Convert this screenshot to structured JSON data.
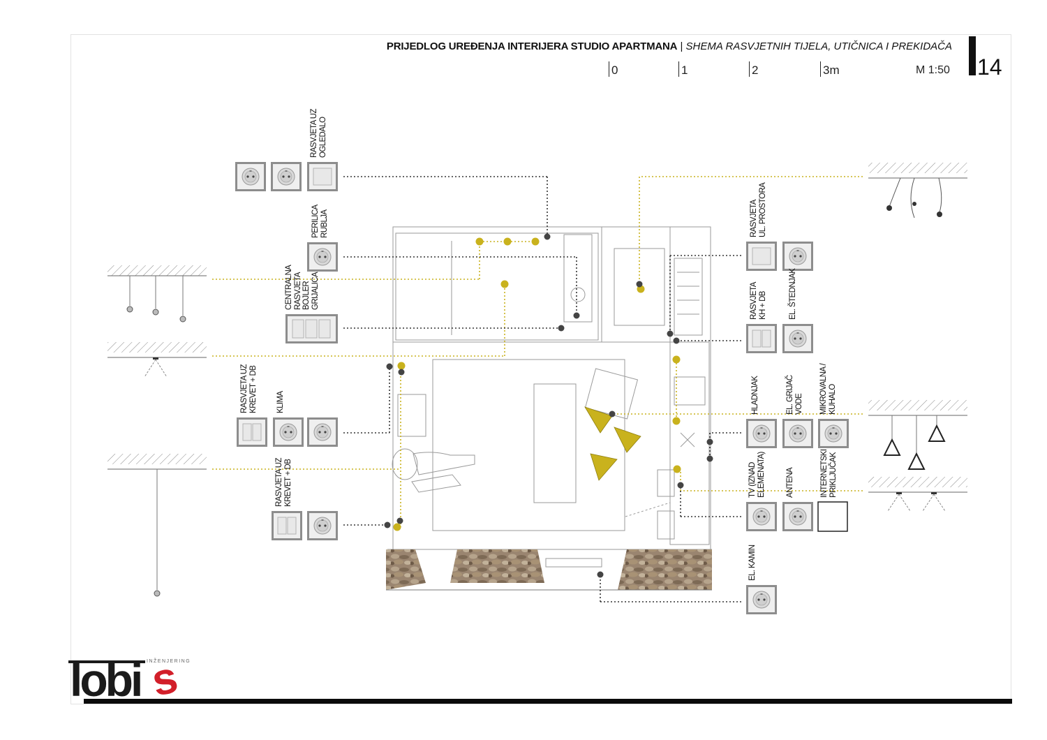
{
  "header": {
    "title": "PRIJEDLOG UREĐENJA INTERIJERA STUDIO APARTMANA",
    "separator": "|",
    "subtitle": "SHEMA RASVJETNIH TIJELA, UTIČNICA I PREKIDAČA",
    "page_number": "14"
  },
  "scale_bar": {
    "ticks": [
      "0",
      "1",
      "2",
      "3m"
    ],
    "ratio": "M 1:50"
  },
  "logo": {
    "name_main": "lobi",
    "name_accent": "s",
    "tagline": "INŽENJERING"
  },
  "labels": {
    "mirror_light": "RASVJETA UZ\nOGLEDALO",
    "washing_machine": "PERILICA\nRUBLJA",
    "central_light": "CENTRALNA\nRASVJETA\nBOJLER\nGRIJALICA",
    "bed_light_top": "RASVJETA UZ\nKREVET + DB",
    "air_conditioner": "KLIMA",
    "bed_light_bottom": "RASVJETA UZ\nKREVET + DB",
    "entrance_light": "RASVJETA\nUL. PROSTORA",
    "kitchen_light": "RASVJETA\nKH + DB",
    "el_oven": "EL. ŠTEDNJAK",
    "fridge": "HLADNJAK",
    "water_heater": "EL. GRIJAČ\nVODE",
    "microwave": "MIKROVALNA /\nKUHALO",
    "tv": "TV (IZNAD\nELEMENATA)",
    "antenna": "ANTENA",
    "internet": "INTERNETSKI\nPRIKLJUČAK",
    "fireplace": "EL. KAMIN"
  },
  "colors": {
    "accent_yellow": "#c9b21d",
    "connector": "#333333",
    "stone": "#8a7560",
    "logo_red": "#d21f2a"
  },
  "icons": [
    "socket-icon",
    "switch-icon",
    "double-switch-icon",
    "triple-switch-icon",
    "pendant-lamp-icon",
    "spot-light-icon",
    "triangle-lamp-icon"
  ]
}
